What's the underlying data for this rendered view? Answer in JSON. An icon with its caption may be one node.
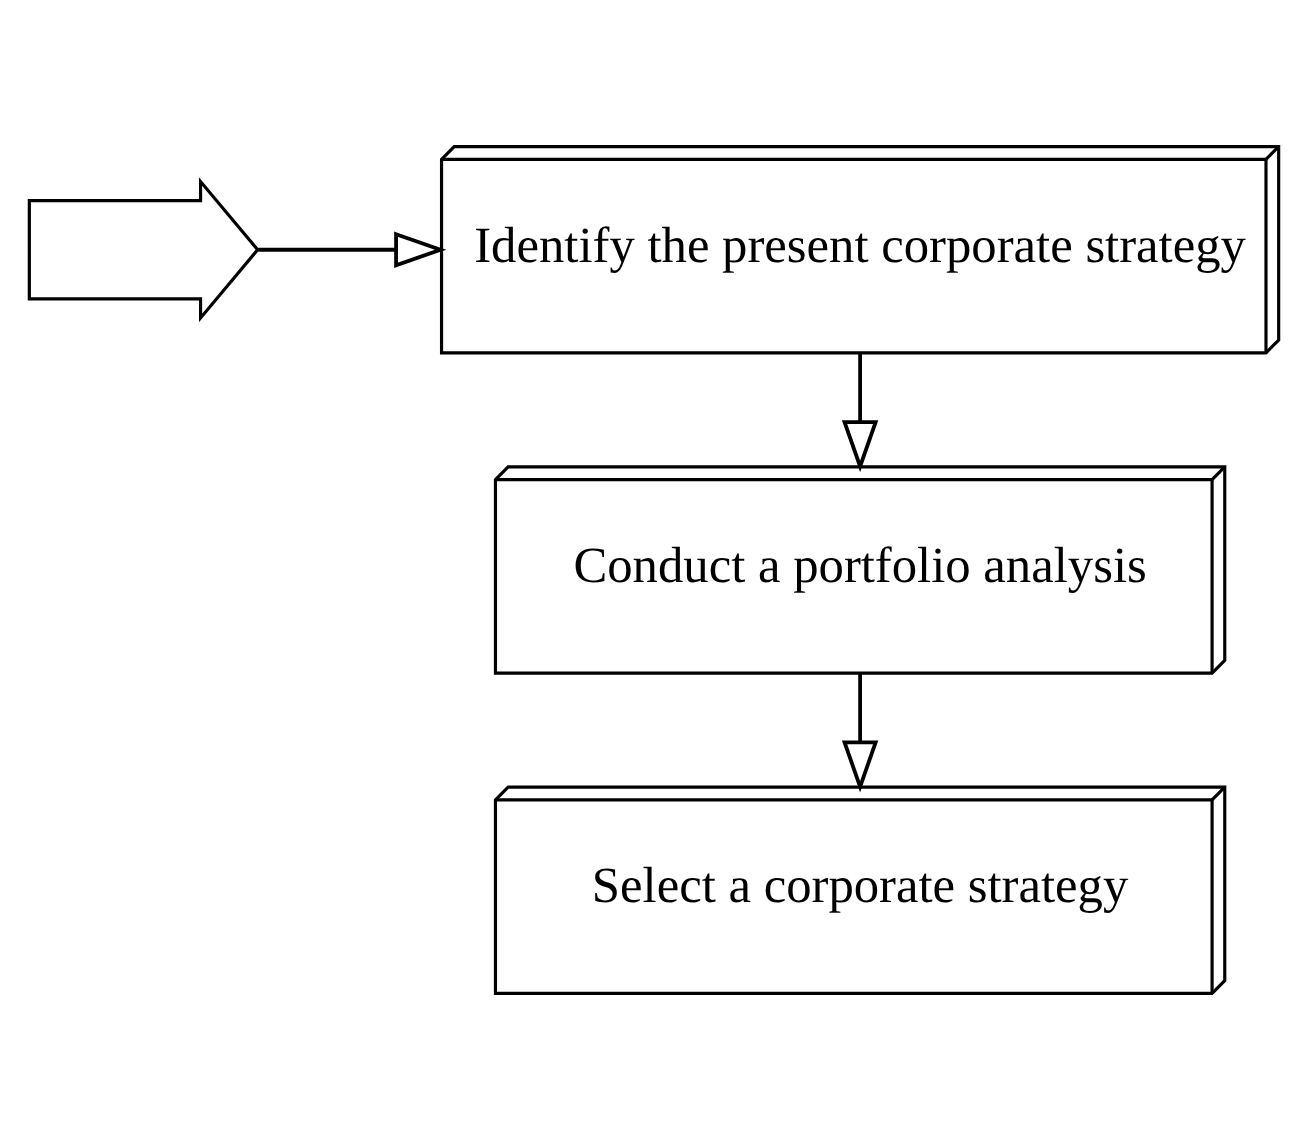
{
  "diagram": {
    "nodes": [
      {
        "text": [
          "Identify the present corporate strategy"
        ]
      },
      {
        "text": [
          "Conduct a portfolio analysis"
        ]
      },
      {
        "text": [
          "Select a corporate strategy"
        ]
      },
      {
        "text": [],
        "shape": "arrow"
      }
    ],
    "edges": [
      {
        "from": 0,
        "to": 1,
        "arrow": "to"
      },
      {
        "from": 1,
        "to": 2,
        "arrow": "to"
      },
      {
        "from": 3,
        "to": 0,
        "arrow": "to"
      }
    ]
  }
}
